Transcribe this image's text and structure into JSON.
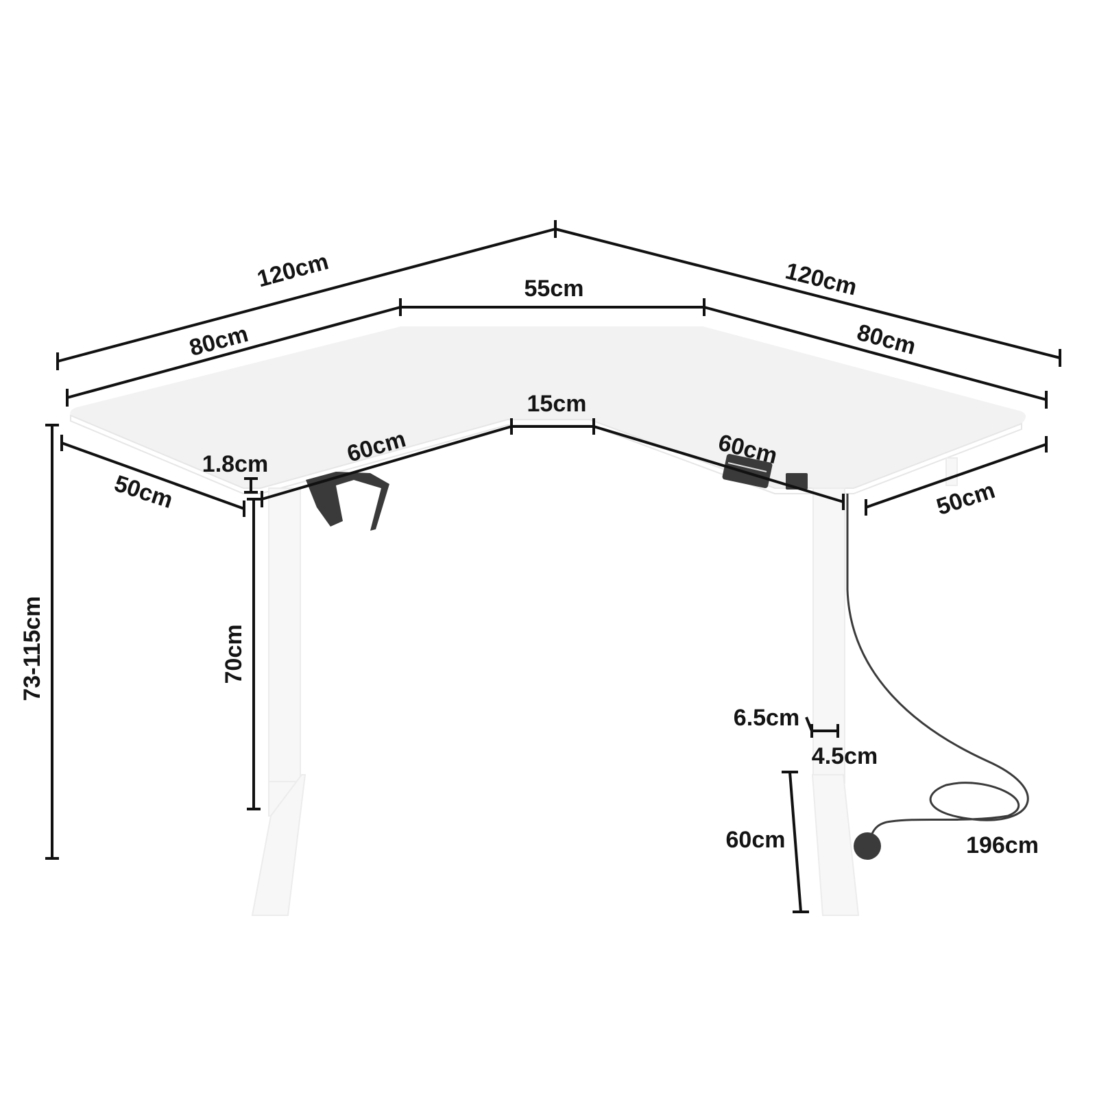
{
  "diagram": {
    "title": "L-shaped standing desk dimensions",
    "colors": {
      "background": "#ffffff",
      "desktop": "#f2f2f2",
      "frame": "#f7f7f7",
      "dimension_line": "#111111",
      "accessory": "#3a3a3a"
    },
    "labels": {
      "outer_left_length": "120cm",
      "outer_right_length": "120cm",
      "inner_left_length": "80cm",
      "inner_right_length": "80cm",
      "corner_front_width": "55cm",
      "corner_back_width": "15cm",
      "inner_left_side": "60cm",
      "inner_right_side": "60cm",
      "left_depth": "50cm",
      "right_depth": "50cm",
      "top_thickness": "1.8cm",
      "height_range": "73-115cm",
      "column_height": "70cm",
      "column_depth": "6.5cm",
      "column_width": "4.5cm",
      "foot_length": "60cm",
      "cable_length": "196cm"
    },
    "components": [
      {
        "name": "desktop",
        "description": "L-shaped white desktop"
      },
      {
        "name": "left-leg",
        "description": "Left lifting column with foot"
      },
      {
        "name": "right-leg",
        "description": "Right lifting column with foot"
      },
      {
        "name": "cup-holder",
        "description": "Under-desk cup holder"
      },
      {
        "name": "control-panel",
        "description": "Height control keypad"
      },
      {
        "name": "control-box",
        "description": "Motor control box"
      },
      {
        "name": "power-cable",
        "description": "Power cord with plug"
      }
    ]
  }
}
